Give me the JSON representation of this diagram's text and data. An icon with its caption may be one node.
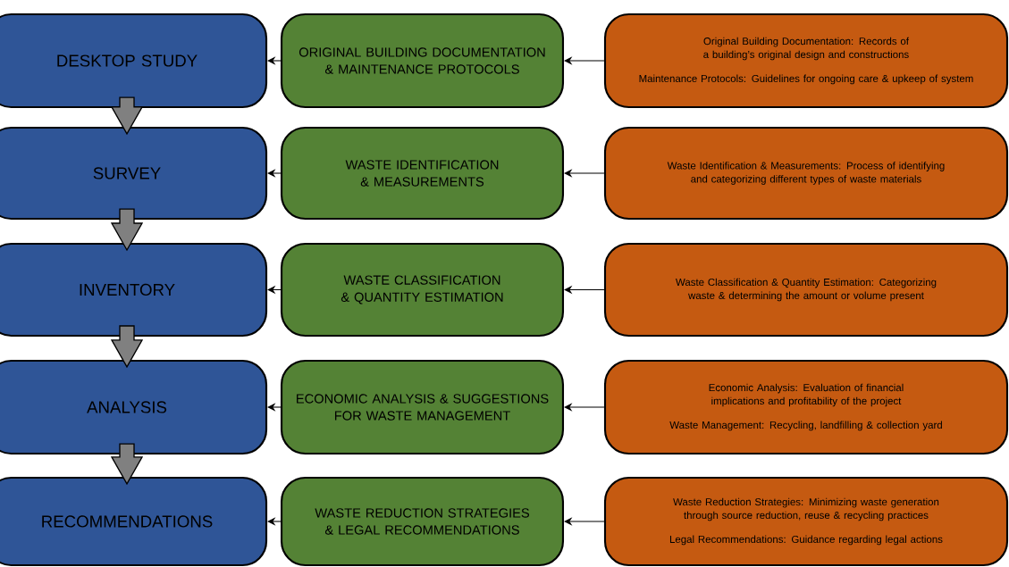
{
  "diagram": {
    "nodes": [
      {
        "text": [
          "DESKTOP STUDY"
        ]
      },
      {
        "text": [
          "ORIGINAL BUILDING DOCUMENTATION & MAINTENANCE PROTOCOLS"
        ]
      },
      {
        "text": [
          "Original Building Documentation: Records of a building’s original design and constructions",
          "Maintenance Protocols: Guidelines for ongoing care & upkeep of system"
        ]
      },
      {
        "text": [
          "SURVEY"
        ]
      },
      {
        "text": [
          "WASTE IDENTIFICATION & MEASUREMENTS"
        ]
      },
      {
        "text": [
          "Waste Identification & Measurements: Process of identifying and categorizing different types of waste materials"
        ]
      },
      {
        "text": [
          "INVENTORY"
        ]
      },
      {
        "text": [
          "WASTE CLASSIFICATION & QUANTITY ESTIMATION"
        ]
      },
      {
        "text": [
          "Waste Classification & Quantity Estimation: Categorizing waste & determining the amount or volume present"
        ]
      },
      {
        "text": [
          "ANALYSIS"
        ]
      },
      {
        "text": [
          "ECONOMIC ANALYSIS & SUGGESTIONS FOR WASTE MANAGEMENT"
        ]
      },
      {
        "text": [
          "Economic Analysis: Evaluation of financial implications and profitability of the project",
          "Waste Management: Recycling, landfilling & collection yard"
        ]
      },
      {
        "text": [
          "RECOMMENDATIONS"
        ]
      },
      {
        "text": [
          "WASTE REDUCTION STRATEGIES & LEGAL RECOMMENDATIONS"
        ]
      },
      {
        "text": [
          "Waste Reduction Strategies: Minimizing waste generation through source reduction, reuse & recycling practices",
          "Legal Recommendations: Guidance regarding legal actions"
        ]
      }
    ],
    "edges": [
      {
        "from": 1,
        "to": 0,
        "arrow": "to"
      },
      {
        "from": 2,
        "to": 1,
        "arrow": "to"
      },
      {
        "from": 4,
        "to": 3,
        "arrow": "to"
      },
      {
        "from": 5,
        "to": 4,
        "arrow": "to"
      },
      {
        "from": 7,
        "to": 6,
        "arrow": "to"
      },
      {
        "from": 8,
        "to": 7,
        "arrow": "to"
      },
      {
        "from": 10,
        "to": 9,
        "arrow": "to"
      },
      {
        "from": 11,
        "to": 10,
        "arrow": "to"
      },
      {
        "from": 13,
        "to": 12,
        "arrow": "to"
      },
      {
        "from": 14,
        "to": 13,
        "arrow": "to"
      },
      {
        "from": 0,
        "to": 3,
        "arrow": "to",
        "style": "thick",
        "color": "#808080"
      },
      {
        "from": 3,
        "to": 6,
        "arrow": "to",
        "style": "thick",
        "color": "#808080"
      },
      {
        "from": 6,
        "to": 9,
        "arrow": "to",
        "style": "thick",
        "color": "#808080"
      },
      {
        "from": 9,
        "to": 12,
        "arrow": "to",
        "style": "thick",
        "color": "#808080"
      }
    ]
  }
}
